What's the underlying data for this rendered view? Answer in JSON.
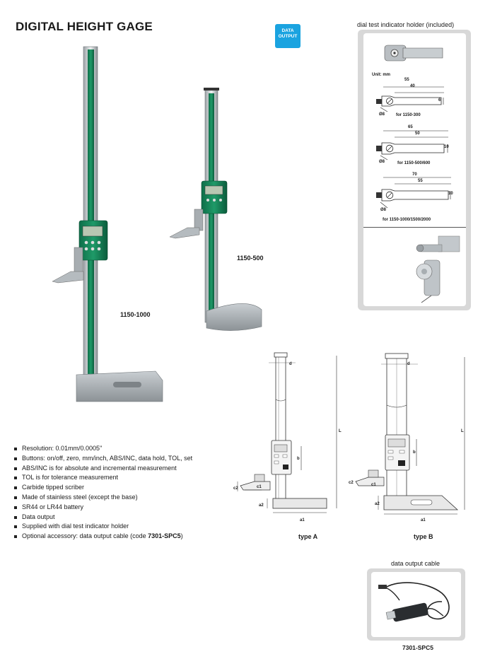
{
  "header": {
    "title": "DIGITAL HEIGHT GAGE",
    "badge_line1": "DATA",
    "badge_line2": "OUTPUT"
  },
  "products": {
    "model_large": "1150-1000",
    "model_small": "1150-500"
  },
  "holder": {
    "title": "dial test indicator holder (included)",
    "unit": "Unit: mm",
    "diagrams": [
      {
        "d_outer": "55",
        "d_inner": "40",
        "thickness": "6",
        "hole": "Ø8",
        "for": "for 1150-300"
      },
      {
        "d_outer": "65",
        "d_inner": "50",
        "thickness": "10",
        "hole": "Ø8",
        "for": "for 1150-500/600"
      },
      {
        "d_outer": "70",
        "d_inner": "55",
        "thickness": "10",
        "hole": "Ø8",
        "for": "for 1150-1000/1500/2000"
      }
    ]
  },
  "features": [
    "Resolution: 0.01mm/0.0005\"",
    "Buttons: on/off, zero, mm/inch, ABS/INC, data hold, TOL, set",
    "ABS/INC is for absolute and incremental measurement",
    "TOL is for tolerance measurement",
    "Carbide tipped scriber",
    "Made of stainless steel (except the base)",
    "SR44 or LR44 battery",
    "Data output",
    "Supplied with dial test indicator holder"
  ],
  "feature_last": {
    "prefix": "Optional accessory: data output cable (code ",
    "code": "7301-SPC5",
    "suffix": ")"
  },
  "drawings": {
    "type_a": "type A",
    "type_b": "type B",
    "dims": {
      "d": "d",
      "L": "L",
      "b": "b",
      "c1": "c1",
      "c2": "c2",
      "a1": "a1",
      "a2": "a2"
    }
  },
  "cable": {
    "title": "data output cable",
    "code": "7301-SPC5"
  }
}
